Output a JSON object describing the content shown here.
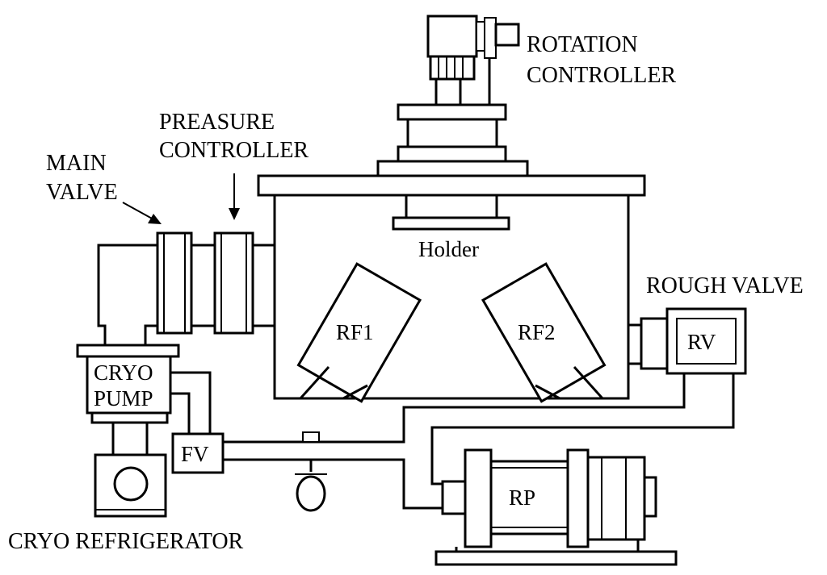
{
  "labels": {
    "rotation_controller": [
      "ROTATION",
      "CONTROLLER"
    ],
    "pressure_controller": [
      "PREASURE",
      "CONTROLLER"
    ],
    "main_valve": [
      "MAIN",
      "VALVE"
    ],
    "holder": "Holder",
    "rough_valve": "ROUGH VALVE",
    "rf1": "RF1",
    "rf2": "RF2",
    "rv": "RV",
    "cryo_pump": [
      "CRYO",
      "PUMP"
    ],
    "fv": "FV",
    "rp": "RP",
    "cryo_refrigerator": "CRYO REFRIGERATOR"
  }
}
